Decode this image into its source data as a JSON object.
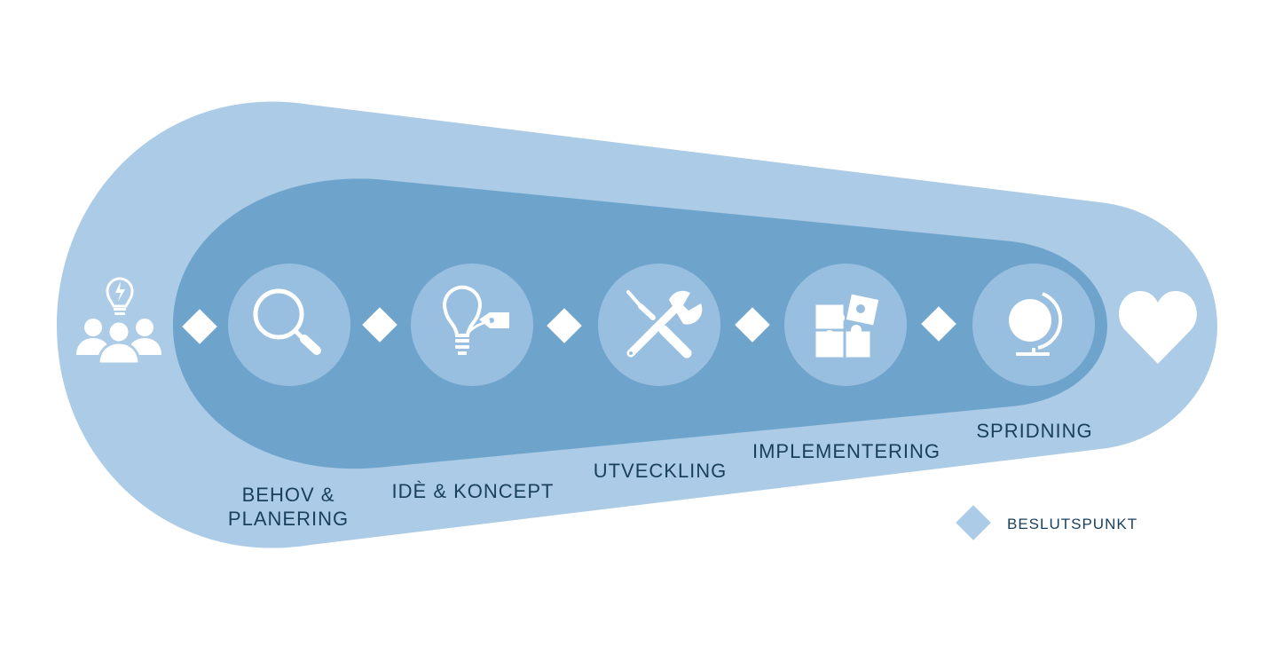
{
  "colors": {
    "outer_band": "#abcbe6",
    "inner_band": "#6ea4cb",
    "circle": "#99bfe0",
    "icon": "#ffffff",
    "text": "#183f5c",
    "legend_diamond": "#abcbe6"
  },
  "start_icon": "people-idea-icon",
  "end_icon": "heart-icon",
  "stages": [
    {
      "icon": "magnifier-icon",
      "label_lines": [
        "BEHOV &",
        "PLANERING"
      ]
    },
    {
      "icon": "lightbulb-tag-icon",
      "label_lines": [
        "IDÈ & KONCEPT"
      ]
    },
    {
      "icon": "tools-icon",
      "label_lines": [
        "UTVECKLING"
      ]
    },
    {
      "icon": "puzzle-icon",
      "label_lines": [
        "IMPLEMENTERING"
      ]
    },
    {
      "icon": "globe-icon",
      "label_lines": [
        "SPRIDNING"
      ]
    }
  ],
  "legend": {
    "label": "BESLUTSPUNKT",
    "icon": "decision-diamond-icon"
  }
}
